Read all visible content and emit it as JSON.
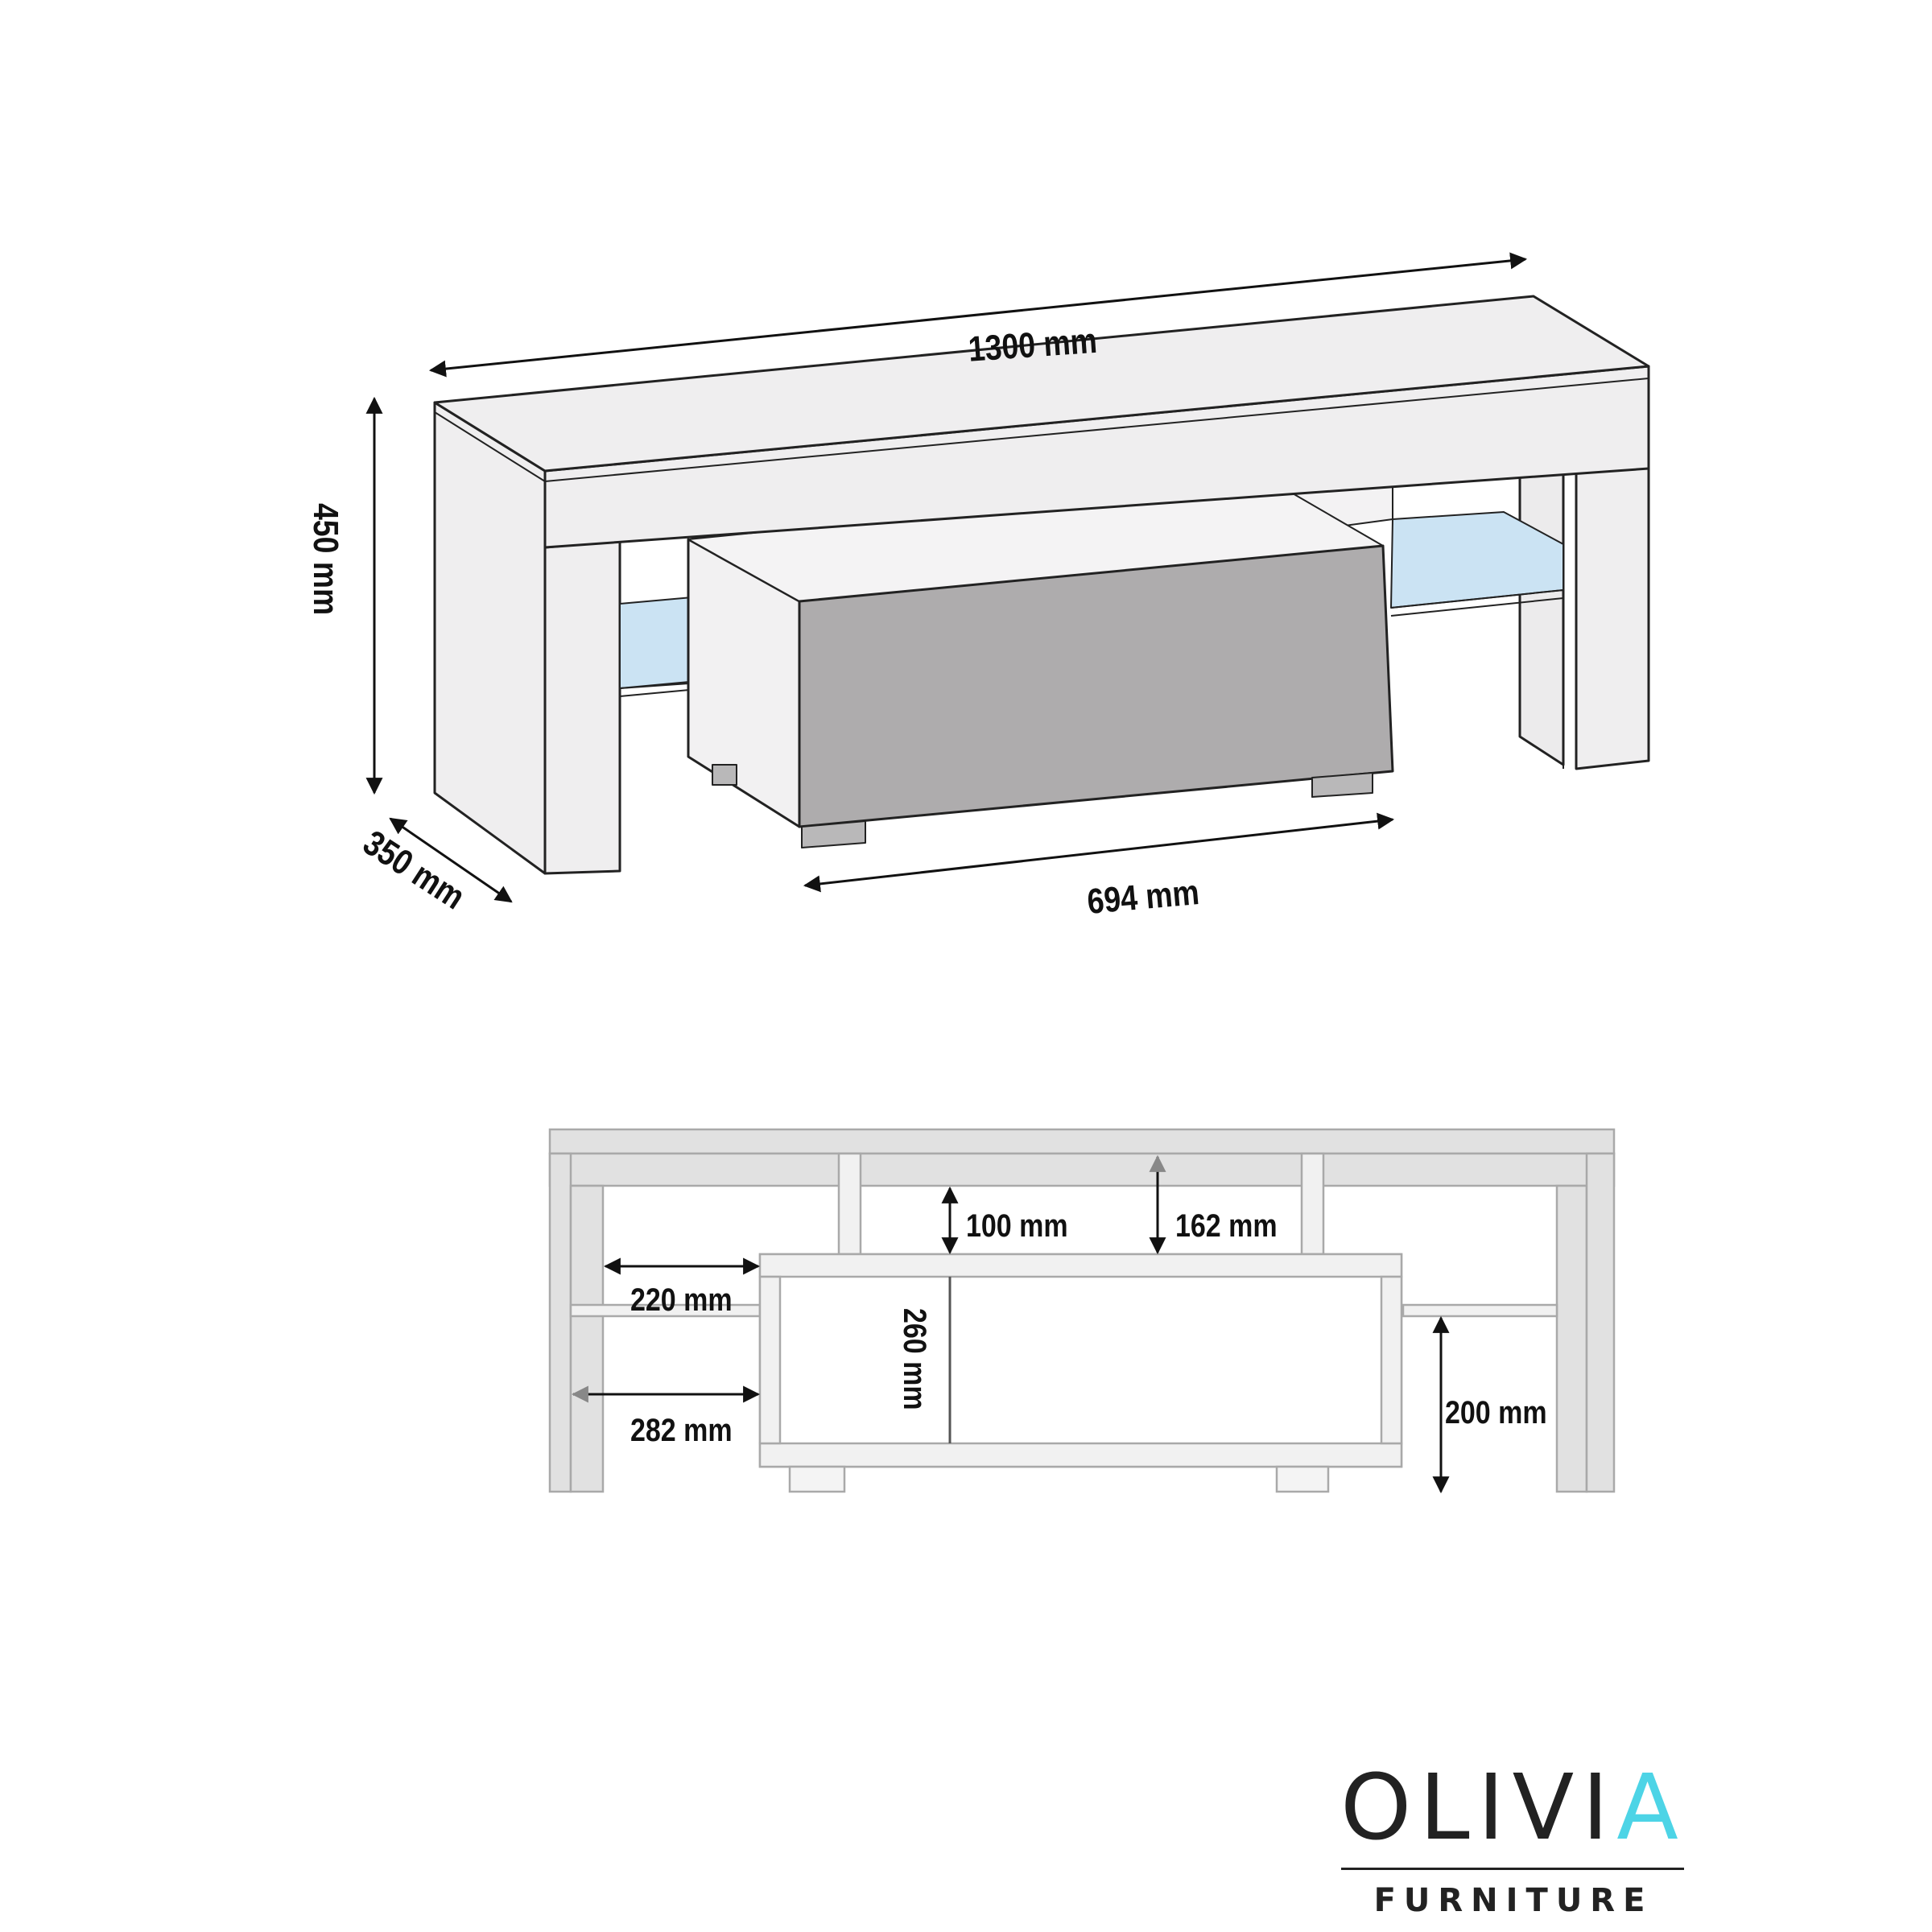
{
  "iso_view": {
    "width_label": "1300 mm",
    "height_label": "450 mm",
    "depth_label": "350 mm",
    "drawer_width_label": "694 mm"
  },
  "front_view": {
    "top_gap_label": "100 mm",
    "top_clearance_label": "162 mm",
    "left_offset_label": "220 mm",
    "left_offset_glass_label": "282 mm",
    "drawer_height_label": "260 mm",
    "shelf_height_label": "200 mm"
  },
  "colors": {
    "body": "#efeeef",
    "panel_gray": "#aeacad",
    "glass": "#cbe3f3",
    "front_view_frame": "#e1e1e1",
    "line": "#222222",
    "brand_accent": "#4dd4e6"
  },
  "logo": {
    "word_main": "OLIVI",
    "word_accent": "A",
    "subtitle": "FURNITURE"
  }
}
